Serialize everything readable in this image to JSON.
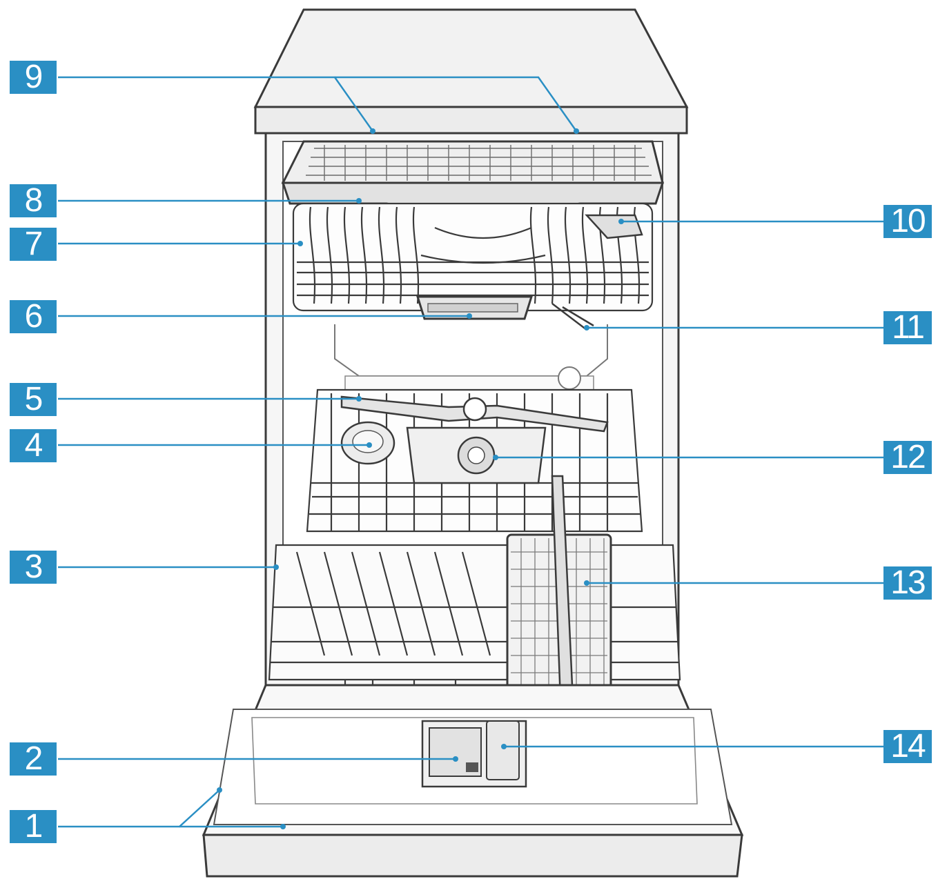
{
  "colors": {
    "callout": "#2a8fc4",
    "line": "#2a8fc4",
    "outline": "#3a3a3a",
    "appliance_fill": "#f4f4f4",
    "interior_fill": "#ffffff"
  },
  "callouts": [
    {
      "id": "1",
      "label": "1"
    },
    {
      "id": "2",
      "label": "2"
    },
    {
      "id": "3",
      "label": "3"
    },
    {
      "id": "4",
      "label": "4"
    },
    {
      "id": "5",
      "label": "5"
    },
    {
      "id": "6",
      "label": "6"
    },
    {
      "id": "7",
      "label": "7"
    },
    {
      "id": "8",
      "label": "8"
    },
    {
      "id": "9",
      "label": "9"
    },
    {
      "id": "10",
      "label": "10"
    },
    {
      "id": "11",
      "label": "11"
    },
    {
      "id": "12",
      "label": "12"
    },
    {
      "id": "13",
      "label": "13"
    },
    {
      "id": "14",
      "label": "14"
    }
  ]
}
